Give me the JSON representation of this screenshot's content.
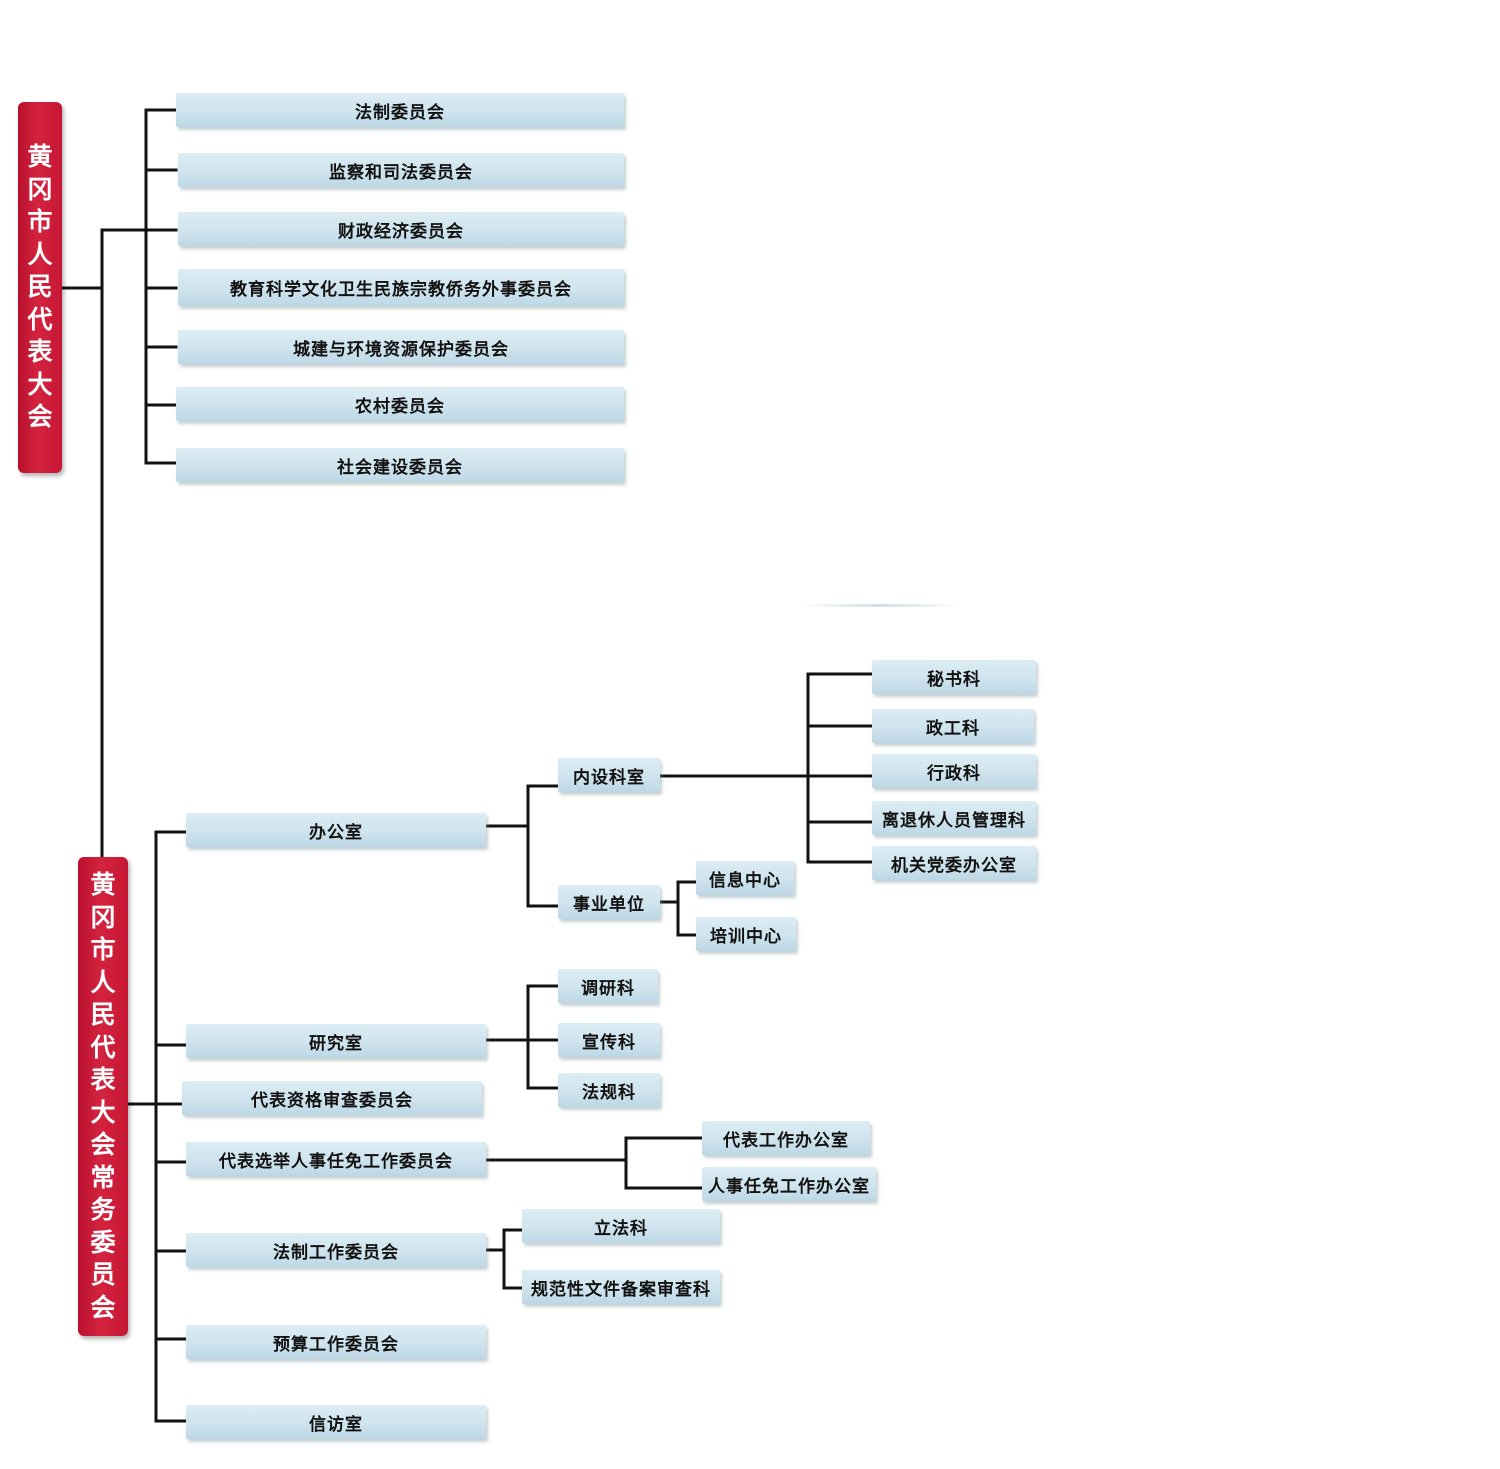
{
  "congress": {
    "title": "黄冈市人民代表大会",
    "committees": [
      "法制委员会",
      "监察和司法委员会",
      "财政经济委员会",
      "教育科学文化卫生民族宗教侨务外事委员会",
      "城建与环境资源保护委员会",
      "农村委员会",
      "社会建设委员会"
    ]
  },
  "standing_committee": {
    "title": "黄冈市人民代表大会常务委员会",
    "departments": [
      {
        "name": "办公室",
        "groups": [
          {
            "name": "内设科室",
            "units": [
              "秘书科",
              "政工科",
              "行政科",
              "离退休人员管理科",
              "机关党委办公室"
            ]
          },
          {
            "name": "事业单位",
            "units": [
              "信息中心",
              "培训中心"
            ]
          }
        ]
      },
      {
        "name": "研究室",
        "units": [
          "调研科",
          "宣传科",
          "法规科"
        ]
      },
      {
        "name": "代表资格审查委员会"
      },
      {
        "name": "代表选举人事任免工作委员会",
        "units": [
          "代表工作办公室",
          "人事任免工作办公室"
        ]
      },
      {
        "name": "法制工作委员会",
        "units": [
          "立法科",
          "规范性文件备案审查科"
        ]
      },
      {
        "name": "预算工作委员会"
      },
      {
        "name": "信访室"
      }
    ]
  },
  "colors": {
    "root_fill": "#c8183a",
    "node_fill": "#cfe4ee",
    "connector": "#111111"
  }
}
